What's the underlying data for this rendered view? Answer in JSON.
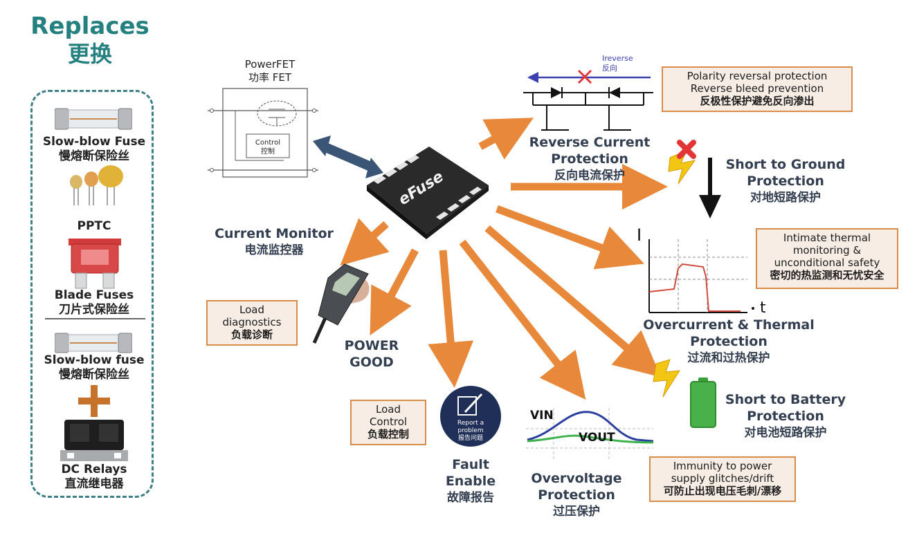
{
  "replaces": {
    "title_en": "Replaces",
    "title_zh": "更换"
  },
  "sidebar": {
    "items": [
      {
        "label_en": "Slow-blow Fuse",
        "label_zh": "慢熔断保险丝"
      },
      {
        "label_en": "PPTC",
        "label_zh": ""
      },
      {
        "label_en": "Blade Fuses",
        "label_zh": "刀片式保险丝"
      },
      {
        "label_en": "Slow-blow fuse",
        "label_zh": "慢熔断保险丝"
      },
      {
        "label_en": "DC Relays",
        "label_zh": "直流继电器"
      }
    ]
  },
  "powerfet": {
    "title_en": "PowerFET",
    "title_zh": "功率 FET",
    "control_en": "Control",
    "control_zh": "控制"
  },
  "chip": {
    "label": "eFuse"
  },
  "reverse": {
    "ireverse_en": "Ireverse",
    "ireverse_zh": "反向",
    "title_en": "Reverse Current",
    "title_en2": "Protection",
    "title_zh": "反向电流保护",
    "callout": [
      "Polarity reversal protection",
      "Reverse bleed prevention",
      "反极性保护避免反向渗出"
    ]
  },
  "short_ground": {
    "title_en": "Short to Ground",
    "title_en2": "Protection",
    "title_zh": "对地短路保护"
  },
  "thermal": {
    "axis_y": "I",
    "axis_x": "t",
    "callout": [
      "Intimate thermal",
      "monitoring &",
      "unconditional safety",
      "密切的热监测和无忧安全"
    ],
    "title_en": "Overcurrent & Thermal",
    "title_en2": "Protection",
    "title_zh": "过流和过热保护"
  },
  "short_battery": {
    "title_en": "Short to Battery",
    "title_en2": "Protection",
    "title_zh": "对电池短路保护"
  },
  "overvoltage": {
    "vin": "VIN",
    "vout": "VOUT",
    "title_en": "Overvoltage",
    "title_en2": "Protection",
    "title_zh": "过压保护",
    "callout": [
      "Immunity to power",
      "supply glitches/drift",
      "可防止出现电压毛刺/漂移"
    ]
  },
  "fault": {
    "icon_text": [
      "Report a",
      "problem",
      "报告问题"
    ],
    "title_en": "Fault",
    "title_en2": "Enable",
    "title_zh": "故障报告"
  },
  "load_control": {
    "callout": [
      "Load",
      "Control",
      "负载控制"
    ]
  },
  "power_good": {
    "line1": "POWER",
    "line2": "GOOD"
  },
  "load_diag": {
    "callout": [
      "Load",
      "diagnostics",
      "负载诊断"
    ]
  },
  "current_monitor": {
    "title_en": "Current Monitor",
    "title_zh": "电流监控器"
  },
  "colors": {
    "teal": "#24817f",
    "orange": "#e8883a",
    "navy": "#3a5575",
    "callout_border": "#d98b4a",
    "callout_bg": "#f7ede4"
  }
}
